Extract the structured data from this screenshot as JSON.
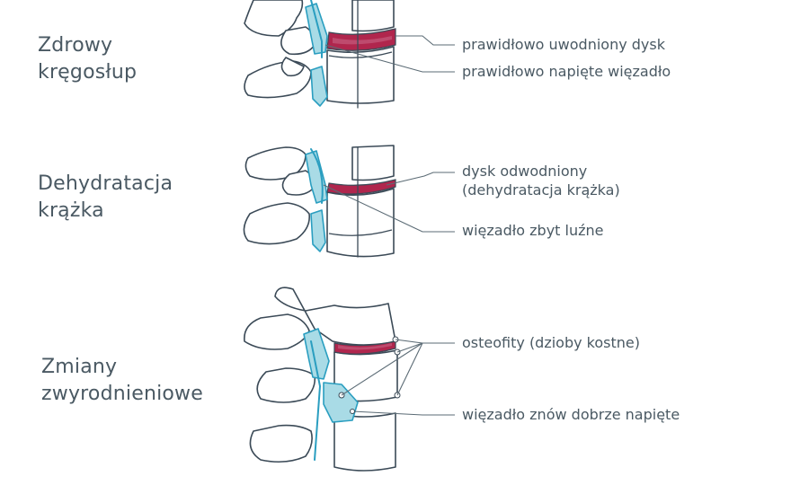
{
  "sections": [
    {
      "title_lines": [
        "Zdrowy",
        "kręgosłup"
      ],
      "labels": [
        {
          "lines": [
            "prawidłowo uwodniony dysk"
          ]
        },
        {
          "lines": [
            "prawidłowo napięte więzadło"
          ]
        }
      ]
    },
    {
      "title_lines": [
        "Dehydratacja",
        "krążka"
      ],
      "labels": [
        {
          "lines": [
            "dysk odwodniony",
            "(dehydratacja krążka)"
          ]
        },
        {
          "lines": [
            "więzadło zbyt luźne"
          ]
        }
      ]
    },
    {
      "title_lines": [
        "Zmiany",
        "zwyrodnieniowe"
      ],
      "labels": [
        {
          "lines": [
            "osteofity (dzioby kostne)"
          ]
        },
        {
          "lines": [
            "więzadło znów dobrze napięte"
          ]
        }
      ]
    }
  ],
  "colors": {
    "text": "#4a5963",
    "bone_outline": "#3b4a57",
    "ligament": "#2a9ec0",
    "ligament_fill": "#a9dbe6",
    "disc": "#b0264d"
  }
}
